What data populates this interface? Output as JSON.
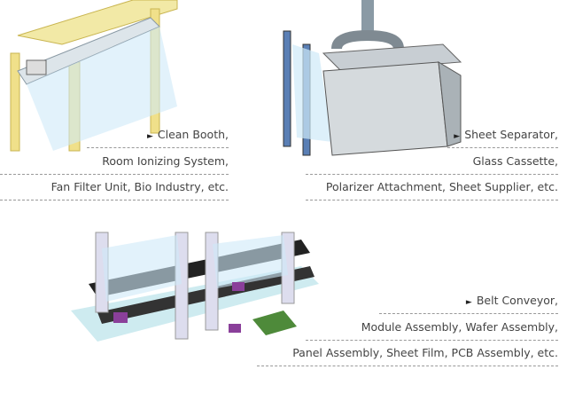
{
  "sections": [
    {
      "lines": [
        "Clean Booth,",
        "Room Ionizing System,",
        "Fan Filter Unit, Bio Industry,  etc."
      ]
    },
    {
      "lines": [
        "Sheet Separator,",
        "Glass Cassette,",
        "Polarizer Attachment, Sheet Supplier,  etc."
      ]
    },
    {
      "lines": [
        "Belt Conveyor,",
        "Module Assembly, Wafer Assembly,",
        "Panel Assembly, Sheet Film, PCB Assembly,  etc."
      ]
    }
  ],
  "arrow_glyph": "►",
  "colors": {
    "text": "#444444",
    "frame_yellow": "#e8d46a",
    "ion_blue": "#a9d4ef",
    "conveyor_purple": "#8a3f9a"
  }
}
